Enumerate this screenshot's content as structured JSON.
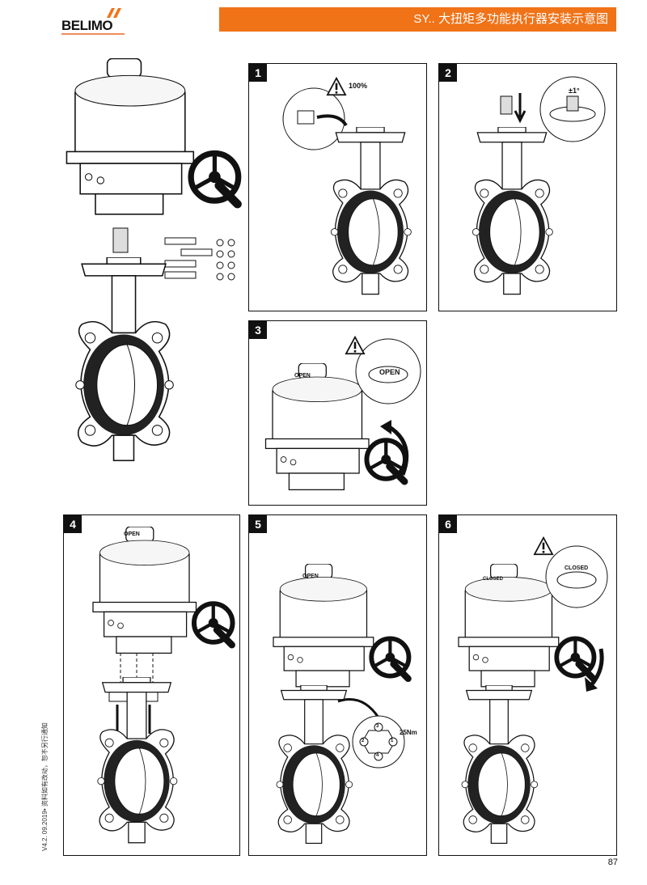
{
  "header": {
    "brand": "BELIMO",
    "title": "SY.. 大扭矩多功能执行器安装示意图",
    "accent_color": "#f07318"
  },
  "steps": [
    {
      "number": "1",
      "labels": [
        "100%"
      ]
    },
    {
      "number": "2",
      "labels": [
        "±1°"
      ]
    },
    {
      "number": "3",
      "labels": [
        "OPEN",
        "OPEN"
      ]
    },
    {
      "number": "4",
      "labels": [
        "OPEN"
      ]
    },
    {
      "number": "5",
      "labels": [
        "OPEN",
        "25Nm",
        "1",
        "2",
        "3",
        "4"
      ]
    },
    {
      "number": "6",
      "labels": [
        "CLOSED",
        "CLOSED"
      ]
    }
  ],
  "footer": {
    "note": "V4.2. 09.2019• 资料如有改动，恕不另行通知",
    "page_number": "87"
  }
}
